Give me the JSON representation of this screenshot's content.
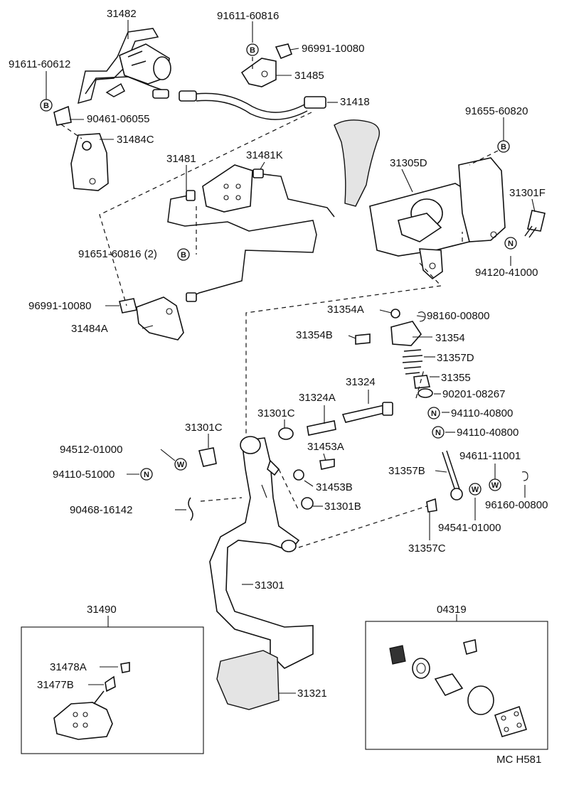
{
  "labels": {
    "p31482": "31482",
    "p91611_60816": "91611-60816",
    "p96991_10080_top": "96991-10080",
    "p91611_60612": "91611-60612",
    "p31485": "31485",
    "p31418": "31418",
    "p90461_06055": "90461-06055",
    "p31484C": "31484C",
    "p91655_60820": "91655-60820",
    "p31481": "31481",
    "p31481K": "31481K",
    "p31305D": "31305D",
    "p31301F": "31301F",
    "p91651_60816": "91651-60816 (2)",
    "p94120_41000": "94120-41000",
    "p96991_10080_mid": "96991-10080",
    "p31354A": "31354A",
    "p98160_00800": "98160-00800",
    "p31484A": "31484A",
    "p31354B": "31354B",
    "p31354": "31354",
    "p31357D": "31357D",
    "p31324": "31324",
    "p31355": "31355",
    "p31324A": "31324A",
    "p90201_08267": "90201-08267",
    "p31301C_a": "31301C",
    "p94110_40800_a": "94110-40800",
    "p31301C_b": "31301C",
    "p94110_40800_b": "94110-40800",
    "p94512_01000": "94512-01000",
    "p31453A": "31453A",
    "p94611_11001": "94611-11001",
    "p94110_51000": "94110-51000",
    "p31357B": "31357B",
    "p31453B": "31453B",
    "p96160_00800": "96160-00800",
    "p90468_16142": "90468-16142",
    "p31301B": "31301B",
    "p94541_01000": "94541-01000",
    "p31357C": "31357C",
    "p31301": "31301",
    "p31490": "31490",
    "p04319": "04319",
    "p31478A": "31478A",
    "p31477B": "31477B",
    "p31321": "31321",
    "footer": "MC H581"
  },
  "symbols": {
    "bolt_b": "B",
    "nut_n": "N",
    "washer_w": "W"
  }
}
